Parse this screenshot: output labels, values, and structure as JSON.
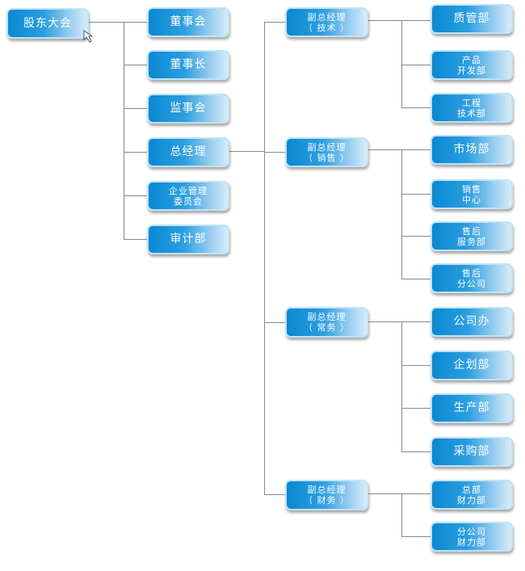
{
  "root": {
    "lines": [
      "股东大会"
    ]
  },
  "board": [
    {
      "lines": [
        "董事会"
      ]
    },
    {
      "lines": [
        "董事长"
      ]
    },
    {
      "lines": [
        "监事会"
      ]
    },
    {
      "lines": [
        "总经理"
      ]
    },
    {
      "lines": [
        "企业管理",
        "委员会"
      ]
    },
    {
      "lines": [
        "审计部"
      ]
    }
  ],
  "deputies": [
    {
      "lines": [
        "副总经理",
        "（ 技术 ）"
      ]
    },
    {
      "lines": [
        "副总经理",
        "（ 销售 ）"
      ]
    },
    {
      "lines": [
        "副总经理",
        "（ 常务 ）"
      ]
    },
    {
      "lines": [
        "副总经理",
        "（ 财务 ）"
      ]
    }
  ],
  "departments": [
    {
      "lines": [
        "质管部"
      ]
    },
    {
      "lines": [
        "产品",
        "开发部"
      ]
    },
    {
      "lines": [
        "工程",
        "技术部"
      ]
    },
    {
      "lines": [
        "市场部"
      ]
    },
    {
      "lines": [
        "销售",
        "中心"
      ]
    },
    {
      "lines": [
        "售后",
        "服务部"
      ]
    },
    {
      "lines": [
        "售后",
        "分公司"
      ]
    },
    {
      "lines": [
        "公司办"
      ]
    },
    {
      "lines": [
        "企划部"
      ]
    },
    {
      "lines": [
        "生产部"
      ]
    },
    {
      "lines": [
        "采购部"
      ]
    },
    {
      "lines": [
        "总部",
        "财力部"
      ]
    },
    {
      "lines": [
        "分公司",
        "财力部"
      ]
    }
  ]
}
